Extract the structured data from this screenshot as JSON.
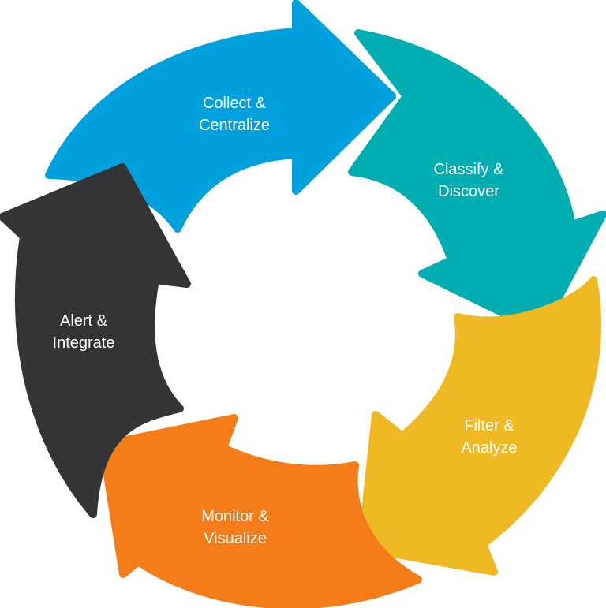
{
  "diagram": {
    "type": "cycle",
    "steps": [
      {
        "line1": "Collect &",
        "line2": "Centralize",
        "color": "#00A0DC"
      },
      {
        "line1": "Classify &",
        "line2": "Discover",
        "color": "#00ADB1"
      },
      {
        "line1": "Filter &",
        "line2": "Analyze",
        "color": "#EFB924"
      },
      {
        "line1": "Monitor &",
        "line2": "Visualize",
        "color": "#F47C19"
      },
      {
        "line1": "Alert &",
        "line2": "Integrate",
        "color": "#333436"
      }
    ]
  }
}
